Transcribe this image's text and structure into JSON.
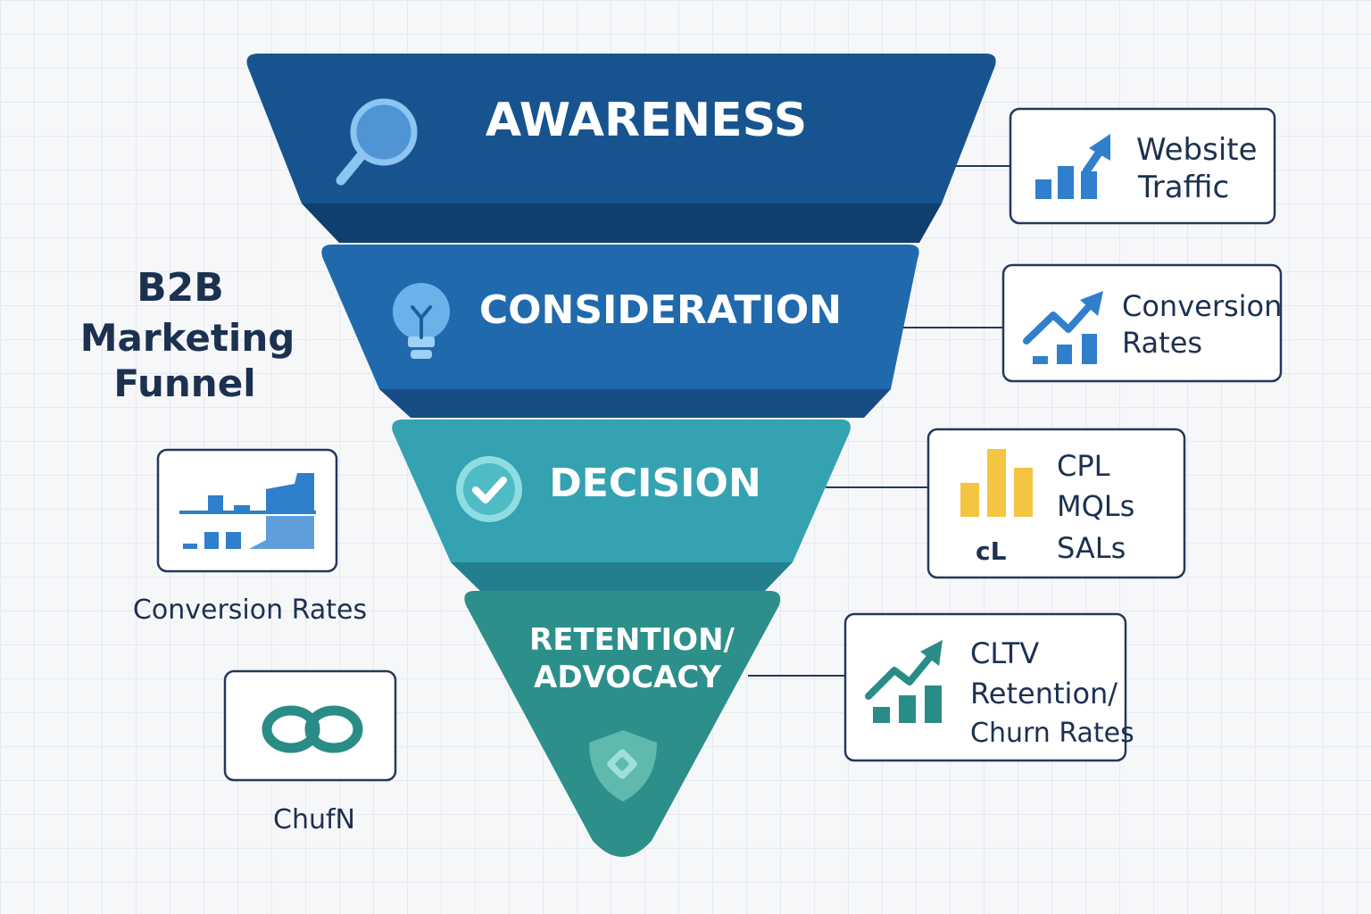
{
  "title": {
    "line1": "B2B",
    "line2": "Marketing",
    "line3": "Funnel"
  },
  "stages": [
    {
      "label": "AWARENESS",
      "icon": "magnifier-icon",
      "color": "#17548f"
    },
    {
      "label": "CONSIDERATION",
      "icon": "lightbulb-icon",
      "color": "#2069ad"
    },
    {
      "label": "DECISION",
      "icon": "checkmark-icon",
      "color": "#34a2b0"
    },
    {
      "label_line1": "RETENTION/",
      "label_line2": "ADVOCACY",
      "icon": "shield-icon",
      "color": "#2c8f8a"
    }
  ],
  "metrics": {
    "awareness": {
      "line1": "Website",
      "line2": "Traffic",
      "icon": "growth-chart-icon"
    },
    "consideration": {
      "line1": "Conversion",
      "line2": "Rates",
      "icon": "trend-up-chart-icon"
    },
    "decision": {
      "line1": "CPL",
      "line2": "MQLs",
      "line3": "SALs",
      "badge": "cL",
      "icon": "bar-chart-icon"
    },
    "retention": {
      "line1": "CLTV",
      "line2": "Retention/",
      "line3": "Churn Rates",
      "icon": "trend-up-chart-icon"
    }
  },
  "left_cards": {
    "conversion": {
      "caption": "Conversion Rates",
      "icon": "bar-chart-icon"
    },
    "churn": {
      "caption": "ChufN",
      "icon": "infinity-icon"
    }
  },
  "colors": {
    "navy_text": "#1c3150",
    "blue_icon": "#2f7fcc",
    "teal_icon": "#2a8c86",
    "yellow_icon": "#f4c542"
  }
}
